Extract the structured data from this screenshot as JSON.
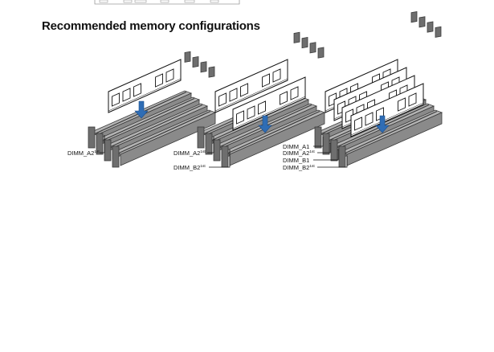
{
  "heading": "Recommended memory configurations",
  "configurations": [
    {
      "slots": [
        {
          "name": "DIMM_A2",
          "sup": "1st"
        }
      ]
    },
    {
      "slots": [
        {
          "name": "DIMM_A2",
          "sup": "1st"
        },
        {
          "name": "DIMM_B2",
          "sup": "1st"
        }
      ]
    },
    {
      "slots": [
        {
          "name": "DIMM_A1",
          "sup": ""
        },
        {
          "name": "DIMM_A2",
          "sup": "1st"
        },
        {
          "name": "DIMM_B1",
          "sup": ""
        },
        {
          "name": "DIMM_B2",
          "sup": "1st"
        }
      ]
    }
  ],
  "colors": {
    "slot_fill": "#8a8a8a",
    "slot_dark": "#3a3a3a",
    "module_fill": "#ffffff",
    "arrow": "#2f6db5",
    "line": "#111111"
  }
}
